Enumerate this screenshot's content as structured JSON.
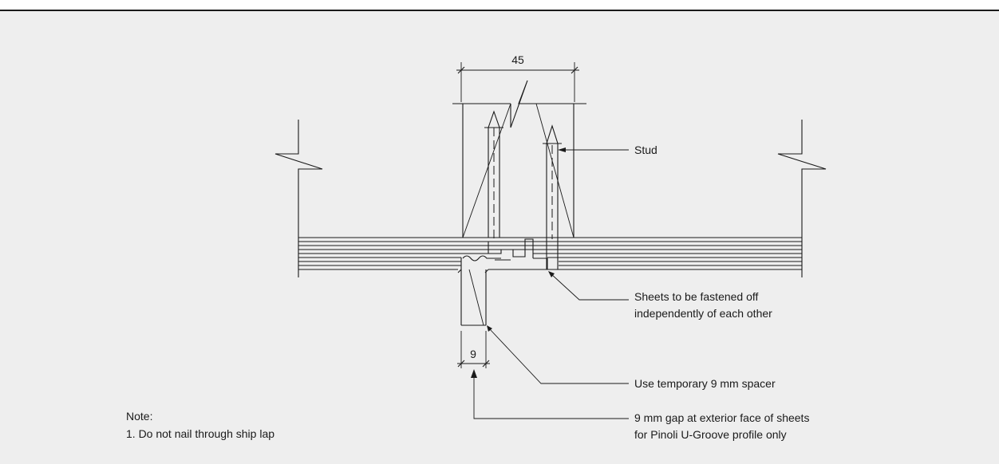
{
  "dimensions": {
    "stud_width": "45",
    "gap_width": "9"
  },
  "labels": {
    "stud": "Stud",
    "fastening_line1": "Sheets to be fastened off",
    "fastening_line2": "independently of each other",
    "spacer": "Use temporary 9 mm spacer",
    "gap_line1": "9 mm gap at exterior face of sheets",
    "gap_line2": "for Pinoli U-Groove profile only"
  },
  "note": {
    "heading": "Note:",
    "item1": "1. Do not nail through ship lap"
  }
}
